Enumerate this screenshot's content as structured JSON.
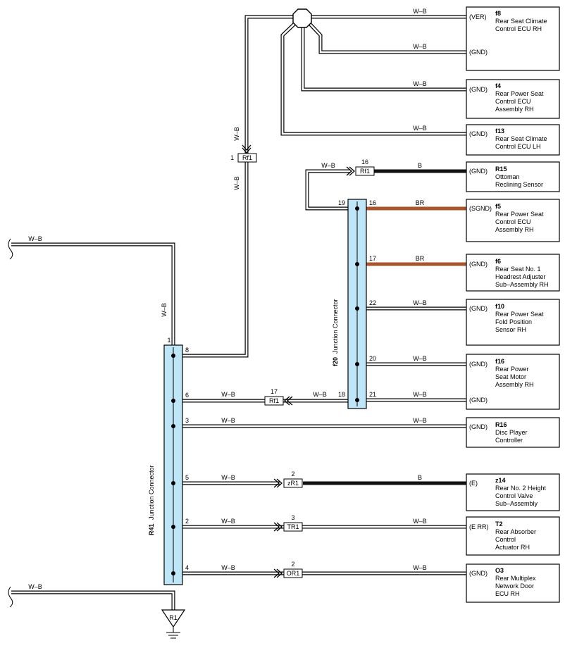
{
  "wire_labels": {
    "wb": "W–B",
    "b": "B",
    "br": "BR"
  },
  "splice_connectors": {
    "rf1": "Rf1",
    "zr1": "zR1",
    "tr1": "TR1",
    "or1": "OR1"
  },
  "junction_connectors": {
    "r41": {
      "code": "R41",
      "label": "Junction Connector"
    },
    "f20": {
      "code": "f20",
      "label": "Junction Connector"
    }
  },
  "ground_point": "R1",
  "pin_numbers": {
    "rf1_vertical": "1",
    "rf1_top": "16",
    "rf1_mid": "17",
    "zr1": "2",
    "tr1": "3",
    "or1": "2",
    "r41_top": "1",
    "r41_8": "8",
    "r41_6": "6",
    "r41_3": "3",
    "r41_5": "5",
    "r41_2": "2",
    "r41_4": "4",
    "f20_19": "19",
    "f20_18": "18",
    "f20_16": "16",
    "f20_17": "17",
    "f20_22": "22",
    "f20_20": "20",
    "f20_21": "21"
  },
  "components": [
    {
      "code": "f8",
      "lines": [
        "Rear Seat Climate",
        "Control ECU RH"
      ],
      "pins": [
        "(VER)",
        "(GND)"
      ]
    },
    {
      "code": "f4",
      "lines": [
        "Rear Power Seat",
        "Control ECU",
        "Assembly RH"
      ],
      "pins": [
        "(GND)"
      ]
    },
    {
      "code": "f13",
      "lines": [
        "Rear Seat Climate",
        "Control ECU LH"
      ],
      "pins": [
        "(GND)"
      ]
    },
    {
      "code": "R15",
      "lines": [
        "Ottoman",
        "Reclining Sensor"
      ],
      "pins": [
        "(GND)"
      ]
    },
    {
      "code": "f5",
      "lines": [
        "Rear Power Seat",
        "Control ECU",
        "Assembly RH"
      ],
      "pins": [
        "(SGND)"
      ]
    },
    {
      "code": "f6",
      "lines": [
        "Rear Seat No. 1",
        "Headrest Adjuster",
        "Sub–Assembly RH"
      ],
      "pins": [
        "(GND)"
      ]
    },
    {
      "code": "f10",
      "lines": [
        "Rear Power Seat",
        "Fold Position",
        "Sensor RH"
      ],
      "pins": [
        "(GND)"
      ]
    },
    {
      "code": "f16",
      "lines": [
        "Rear Power",
        "Seat Motor",
        "Assembly RH"
      ],
      "pins": [
        "(GND)",
        "(GND)"
      ]
    },
    {
      "code": "R16",
      "lines": [
        "Disc Player",
        "Controller"
      ],
      "pins": [
        "(GND)"
      ]
    },
    {
      "code": "z14",
      "lines": [
        "Rear No. 2 Height",
        "Control Valve",
        "Sub–Assembly"
      ],
      "pins": [
        "(E)"
      ]
    },
    {
      "code": "T2",
      "lines": [
        "Rear Absorber",
        "Control",
        "Actuator RH"
      ],
      "pins": [
        "(E RR)"
      ]
    },
    {
      "code": "O3",
      "lines": [
        "Rear Multiplex",
        "Network Door",
        "ECU RH"
      ],
      "pins": [
        "(GND)"
      ]
    }
  ]
}
